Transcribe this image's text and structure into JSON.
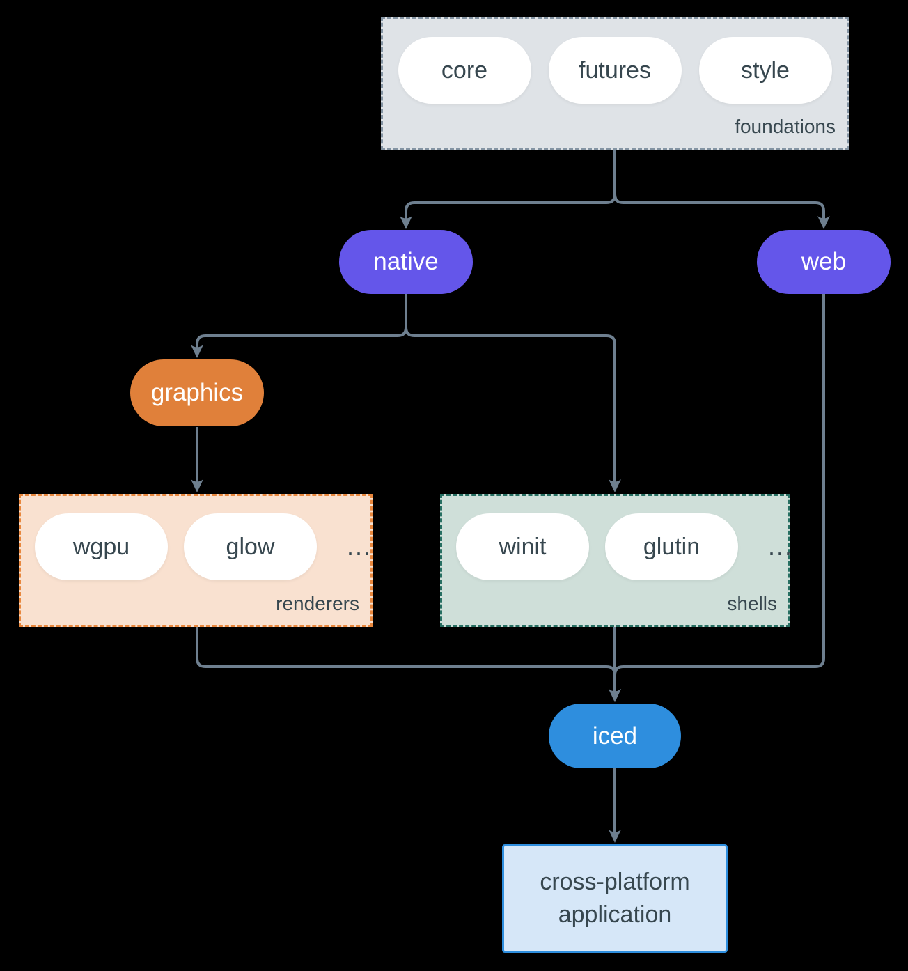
{
  "colors": {
    "purple": "#6456ea",
    "orange": "#e0803a",
    "blue": "#2e8ede",
    "arrow": "#6e7f8f",
    "text-dark": "#37474f",
    "foundations-fill": "#dfe3e7",
    "foundations-border": "#8494a3",
    "renderers-fill": "#f9e1d0",
    "renderers-border": "#e8873d",
    "shells-fill": "#cfdfd9",
    "shells-border": "#276f62",
    "app-fill": "#d6e7f8"
  },
  "foundations": {
    "label": "foundations",
    "pills": [
      "core",
      "futures",
      "style"
    ]
  },
  "nodes": {
    "native": "native",
    "web": "web",
    "graphics": "graphics",
    "iced": "iced"
  },
  "renderers": {
    "label": "renderers",
    "pills": [
      "wgpu",
      "glow"
    ],
    "ellipsis": "..."
  },
  "shells": {
    "label": "shells",
    "pills": [
      "winit",
      "glutin"
    ],
    "ellipsis": "..."
  },
  "application": {
    "line1": "cross-platform",
    "line2": "application"
  }
}
